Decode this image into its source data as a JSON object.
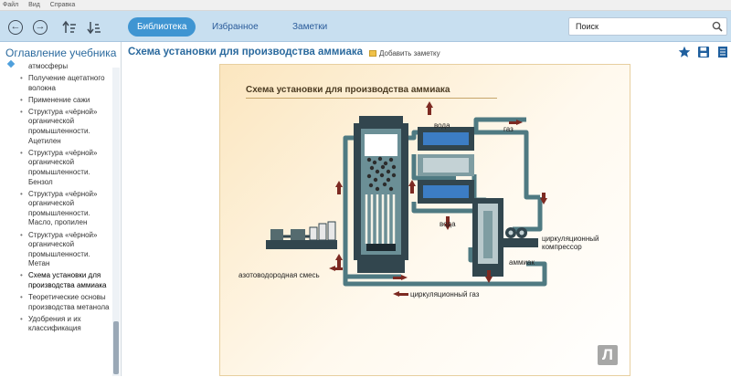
{
  "menu": [
    "Файл",
    "Вид",
    "Справка"
  ],
  "tabs": [
    {
      "label": "Библиотека",
      "active": true
    },
    {
      "label": "Избранное",
      "active": false
    },
    {
      "label": "Заметки",
      "active": false
    }
  ],
  "search": {
    "value": "Поиск"
  },
  "sidebar": {
    "title": "Оглавление учебника",
    "items": [
      "атмосферы",
      "Получение ацетатного волокна",
      "Применение сажи",
      "Структура «чёрной» органической промышленности. Ацетилен",
      "Структура «чёрной» органической промышленности. Бензол",
      "Структура «чёрной» органической промышленности. Масло, пропилен",
      "Структура «чёрной» органической промышленности. Метан",
      "Схема установки для производства аммиака",
      "Теоретические основы производства метанола",
      "Удобрения и их классификация"
    ]
  },
  "content": {
    "title": "Схема установки для производства аммиака",
    "add_note": "Добавить заметку"
  },
  "figure": {
    "title": "Схема установки для производства аммиака",
    "labels": {
      "water_top": "вода",
      "water_bottom": "вода",
      "gas": "газ",
      "compressor_1": "циркуляционный",
      "compressor_2": "компрессор",
      "ammonia": "аммиак",
      "input": "азотоводородная смесь",
      "circ_gas": "циркуляционный газ"
    }
  },
  "watermark": "Л",
  "colors": {
    "accent": "#3f95d2",
    "toolbar": "#c8dff0",
    "title": "#2b6a9e",
    "pipe": "#4f7a82"
  }
}
